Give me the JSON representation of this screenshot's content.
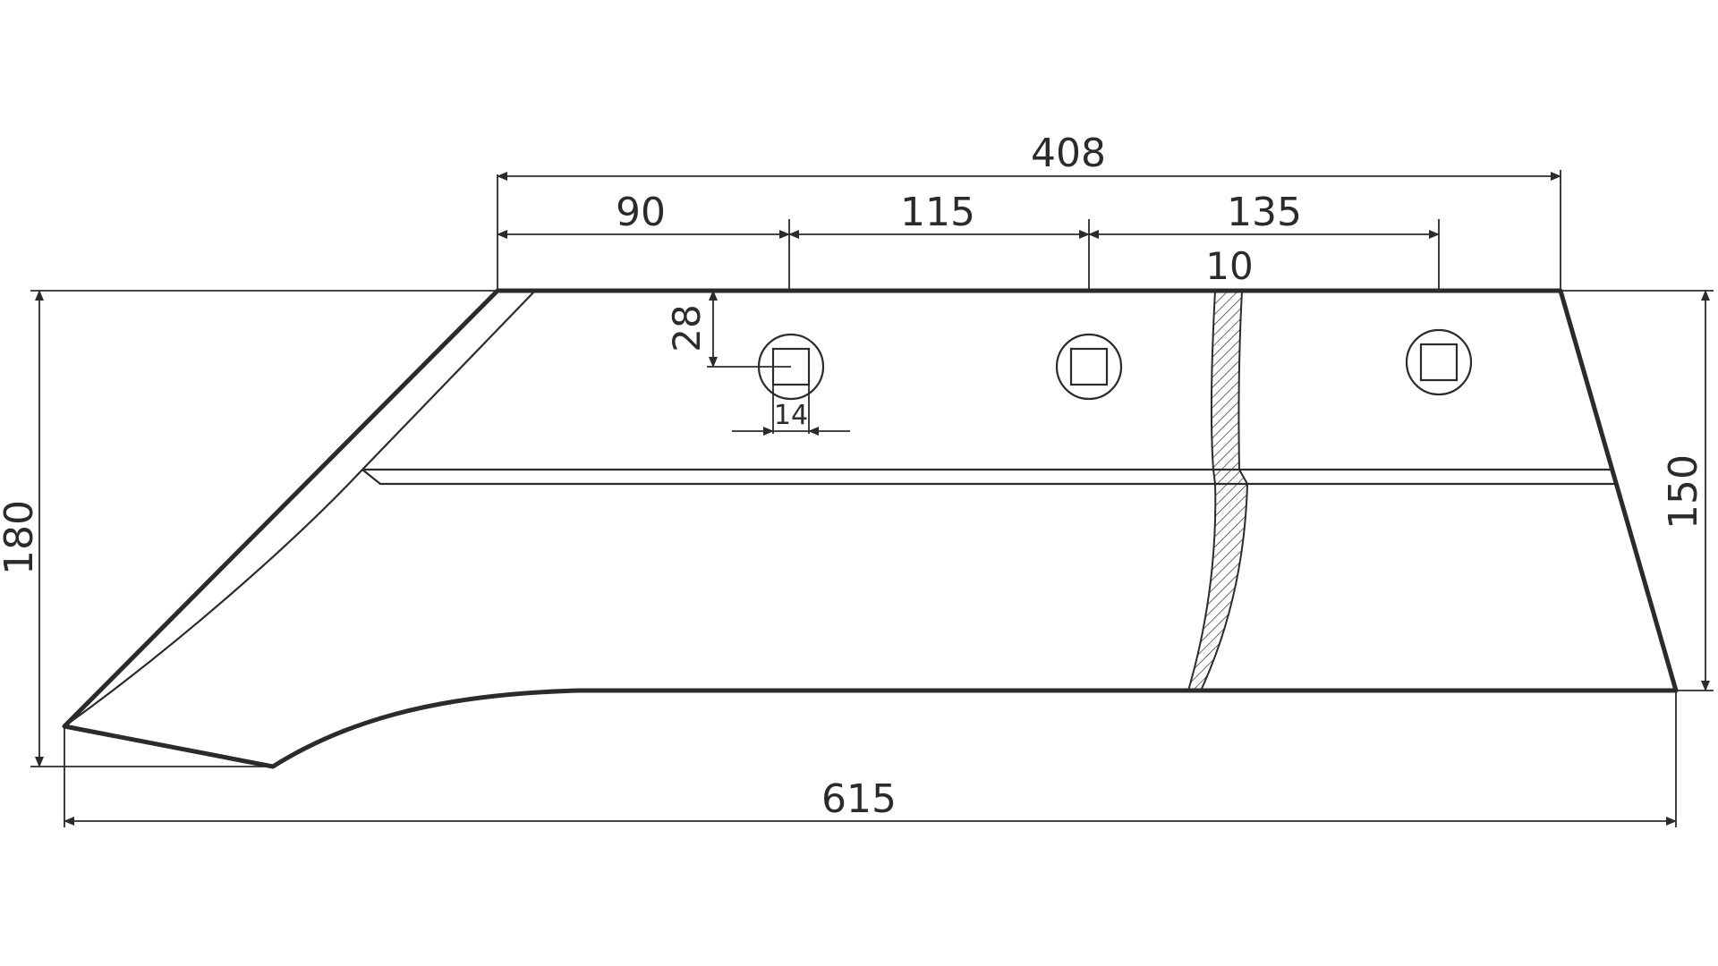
{
  "drawing": {
    "dimensions": {
      "overall_top": "408",
      "hole1_offset": "90",
      "hole_spacing_1": "115",
      "hole_spacing_2": "135",
      "insert_width": "10",
      "hole_from_top": "28",
      "hole_square": "14",
      "overall_height": "180",
      "right_height": "150",
      "overall_length": "615"
    },
    "colors": {
      "line": "#2b2b2b",
      "background": "#ffffff"
    }
  }
}
